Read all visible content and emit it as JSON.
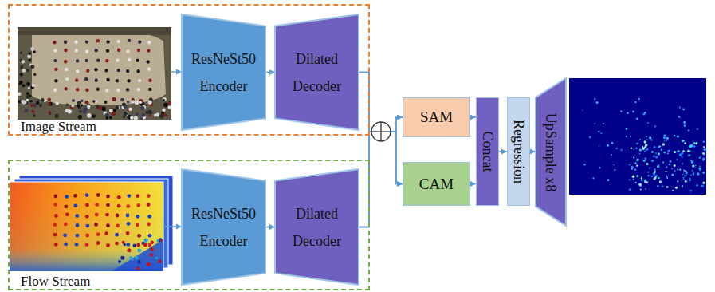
{
  "diagram": {
    "nodes": [
      {
        "text": [
          "Image Stream"
        ]
      },
      {
        "text": [
          "ResNeSt50 Encoder"
        ],
        "in": 0
      },
      {
        "text": [
          "Dilated Decoder"
        ],
        "in": 0
      },
      {
        "text": [
          "Flow Stream"
        ]
      },
      {
        "text": [
          "ResNeSt50 Encoder"
        ],
        "in": 3
      },
      {
        "text": [
          "Dilated Decoder"
        ],
        "in": 3
      },
      {
        "text": [
          "SAM"
        ]
      },
      {
        "text": [
          "CAM"
        ]
      },
      {
        "text": [
          "Concat"
        ]
      },
      {
        "text": [
          "Regression"
        ]
      },
      {
        "text": [
          "UpSample x8"
        ]
      }
    ],
    "edges": [
      {
        "from": 1,
        "to": 2,
        "arrow": "to"
      },
      {
        "from": 4,
        "to": 5,
        "arrow": "to"
      },
      {
        "from": 2,
        "to": 6,
        "arrow": "to"
      },
      {
        "from": 2,
        "to": 7,
        "arrow": "to"
      },
      {
        "from": 5,
        "to": 6,
        "arrow": "to"
      },
      {
        "from": 5,
        "to": 7,
        "arrow": "to"
      },
      {
        "from": 6,
        "to": 8,
        "arrow": "to"
      },
      {
        "from": 7,
        "to": 8,
        "arrow": "to"
      },
      {
        "from": 8,
        "to": 9,
        "arrow": "to"
      },
      {
        "from": 9,
        "to": 10,
        "arrow": "to"
      }
    ]
  }
}
